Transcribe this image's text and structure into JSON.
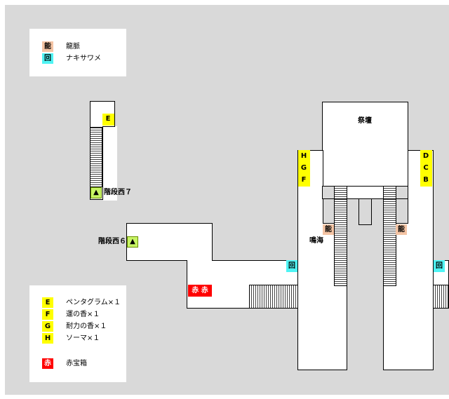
{
  "legend_top": {
    "items": [
      {
        "key": "能",
        "label": "龍脈",
        "color": "#f4c4a4"
      },
      {
        "key": "回",
        "label": "ナキサワメ",
        "color": "#4ff4f4"
      }
    ]
  },
  "legend_bottom": {
    "items": [
      {
        "key": "E",
        "label": "ペンタグラム×１",
        "color": "#ffff00"
      },
      {
        "key": "F",
        "label": "運の香×１",
        "color": "#ffff00"
      },
      {
        "key": "G",
        "label": "耐力の香×１",
        "color": "#ffff00"
      },
      {
        "key": "H",
        "label": "ソーマ×１",
        "color": "#ffff00"
      }
    ],
    "chest": {
      "key": "赤",
      "label": "赤宝箱",
      "color": "#ff0000"
    }
  },
  "map": {
    "altar_label": "祭壇",
    "sea_label": "鳴海",
    "stairs_west7": "階段西７",
    "stairs_west6": "階段西６",
    "stair_marker": "▲",
    "item_e": "E",
    "items_left": [
      "H",
      "G",
      "F"
    ],
    "items_right": [
      "D",
      "C",
      "B"
    ],
    "ryumyaku": "能",
    "nakisawame": "回",
    "chests": "赤 赤"
  }
}
